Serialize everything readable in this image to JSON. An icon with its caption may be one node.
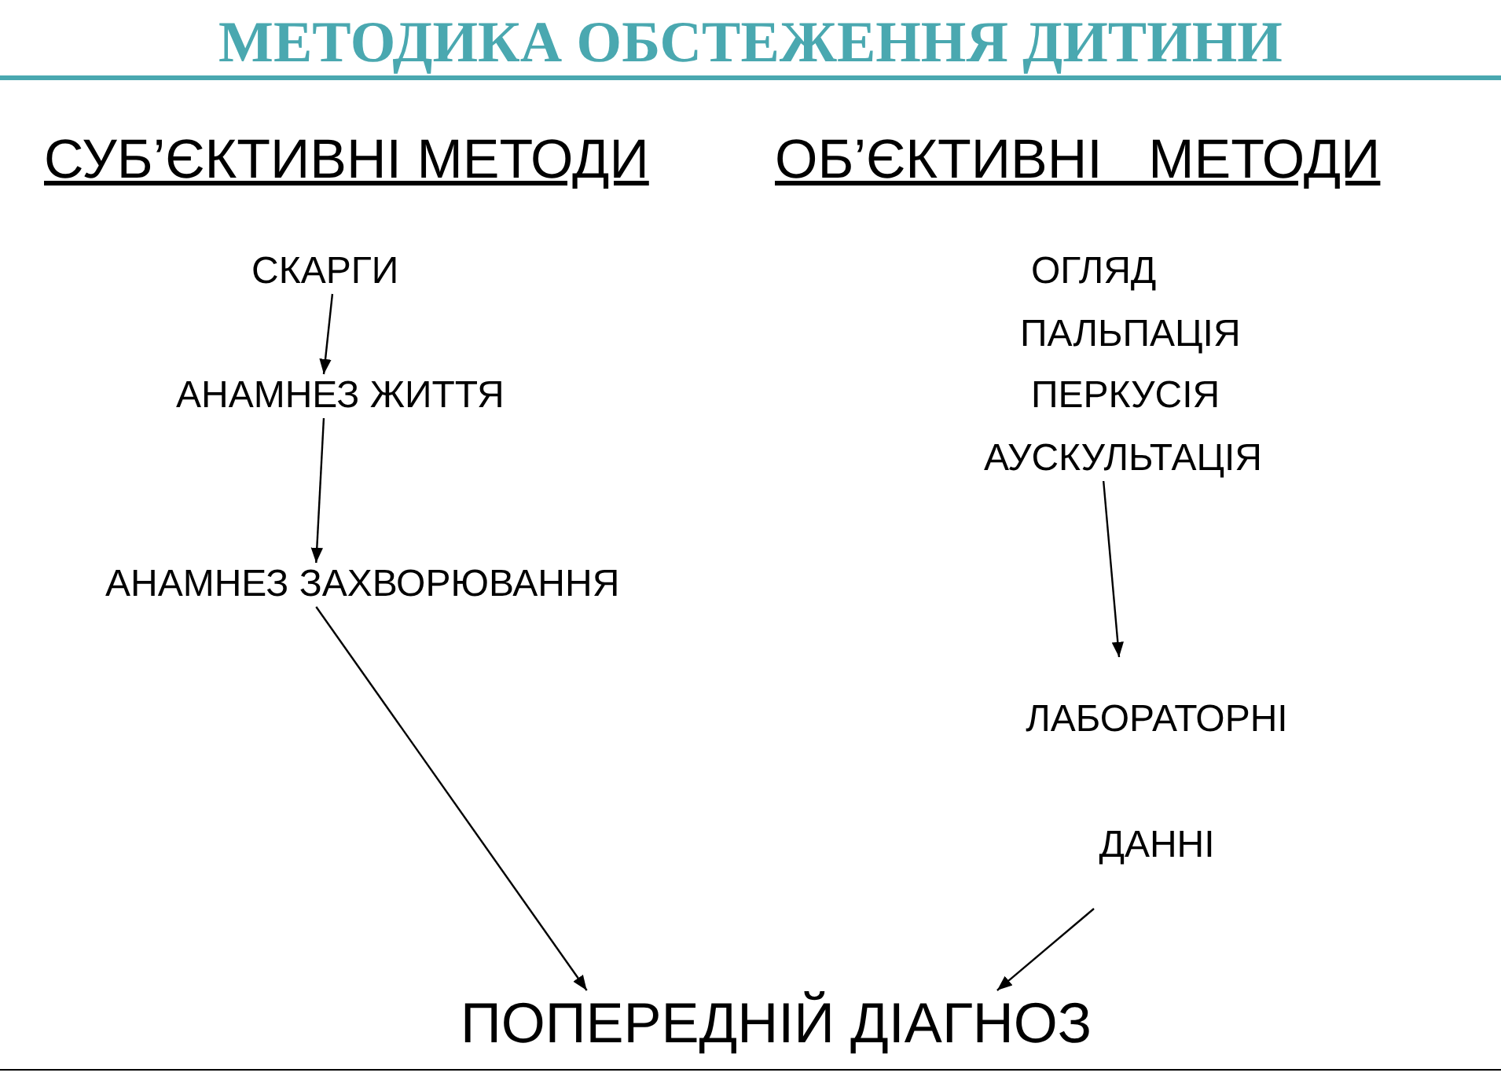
{
  "diagram": {
    "title": "МЕТОДИКА ОБСТЕЖЕННЯ ДИТИНИ",
    "nodes": [
      {
        "text": [
          "СКАРГИ"
        ]
      },
      {
        "text": [
          "АНАМНЕЗ ЖИТТЯ"
        ]
      },
      {
        "text": [
          "АНАМНЕЗ ЗАХВОРЮВАННЯ"
        ]
      },
      {
        "text": [
          "ОГЛЯД"
        ]
      },
      {
        "text": [
          "ПАЛЬПАЦІЯ"
        ]
      },
      {
        "text": [
          "ПЕРКУСІЯ"
        ]
      },
      {
        "text": [
          "АУСКУЛЬТАЦІЯ"
        ]
      },
      {
        "text": [
          "ЛАБОРАТОРНІ ДАННІ"
        ]
      },
      {
        "text": [
          "ПОПЕРЕДНІЙ ДІАГНОЗ"
        ]
      }
    ],
    "edges": [
      {
        "from": 0,
        "to": 1,
        "arrow": "to"
      },
      {
        "from": 1,
        "to": 2,
        "arrow": "to"
      },
      {
        "from": 2,
        "to": 8,
        "arrow": "to"
      },
      {
        "from": 6,
        "to": 7,
        "arrow": "to"
      },
      {
        "from": 7,
        "to": 8,
        "arrow": "to"
      }
    ],
    "labels": [
      "СУБ’ЄКТИВНІ МЕТОДИ",
      "ОБ’ЄКТИВНІ   МЕТОДИ"
    ]
  }
}
